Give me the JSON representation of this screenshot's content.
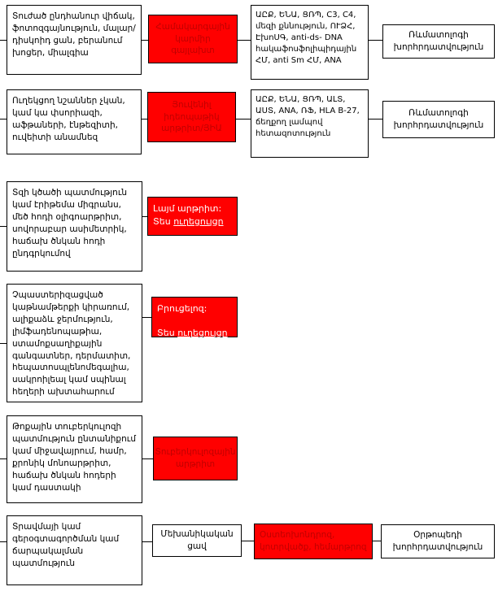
{
  "colors": {
    "diagnosis_box_bg": "#ff0000",
    "diagnosis_text_dark": "#c00000",
    "diagnosis_text_light": "#ffffff",
    "box_border": "#000000",
    "symptom_text": "#000000"
  },
  "rows": [
    {
      "symptoms": "Տուժած ընդհանուր վիճակ, ֆոտոզգայնություն, մալար/դիսկոիդ ցան, բերանում խոցեր, միալգիա",
      "diagnosis": "Համակարգային կարմիր գայլախտ",
      "labs": "ԱԸՔ, ԵՆԱ, ՑՌՊ, C3, C4, մեզի քննություն, ՈՒՁՀ, ԷխոՍԳ, anti-ds- DNA հակաֆոսֆոլիպիդային ՀՄ, anti Sm ՀՄ, ANA",
      "consult": "Ռևմատոլոգի խորհրդատվություն"
    },
    {
      "symptoms": "Ուղեկցող նշաններ չկան, կամ կա փսորիազի, աֆթաների, էնթեզիտի, ուվեիտի անամնեզ",
      "diagnosis": "Յուվենիլ իդեոպաթիկ արթրիտ/ՅԻԱ",
      "labs": "ԱԸՔ, ԵՆԱ, ՑՌՊ, ԱԼՏ, ԱՍՏ, ANA, ՌՖ, HLA B-27, ճեղքող լամպով հետազոտություն",
      "consult": "Ռևմատոլոգի խորհրդատվություն"
    },
    {
      "symptoms": "Տզի կծածի պատմություն կամ էրիթեմա միգրանս, մեծ հոդի օլիգոարթրիտ, սովորաբար ասիմետրիկ, հաճախ ծնկան հոդի ընդգրկումով",
      "diagnosis_line1": "Լայմ արթրիտ:",
      "diagnosis_see": "Տես ",
      "diagnosis_link": "ուղեցույցը"
    },
    {
      "symptoms": "Չպաստերիզացված կաթնամթերքի կիրառում, ալիքաձև ջերմություն, լիմֆադենոպաթիա, ստամոքսաղիքային գանգատներ, դերմատիտ, հեպատոսպլենոմեգալիա, սակրոիլեալ կամ սպինալ հեղերի ախտահարում",
      "diagnosis_line1": "Բրուցելոզ:",
      "diagnosis_see": "Տես ",
      "diagnosis_link": "ուղեցույցը"
    },
    {
      "symptoms": "Թոքային տուբերկուլոզի պատմություն ընտանիքում կամ միջավայրում, համր, քրոնիկ մոնոարթրիտ, հաճախ ծնկան հոդերի կամ դաստակի",
      "diagnosis": "Տուբերկուլոզային արթրիտ"
    },
    {
      "symptoms": "Տրավմայի կամ գերօգտագործման կամ ճարպակալման պատմություն",
      "mechanism": "Մեխանիկական ցավ",
      "diagnosis": "Օստեոխոնդրոզ, կոտրվածք, հեմարթրոզ",
      "consult": "Օրթոպեդի խորհրդատվություն"
    }
  ]
}
